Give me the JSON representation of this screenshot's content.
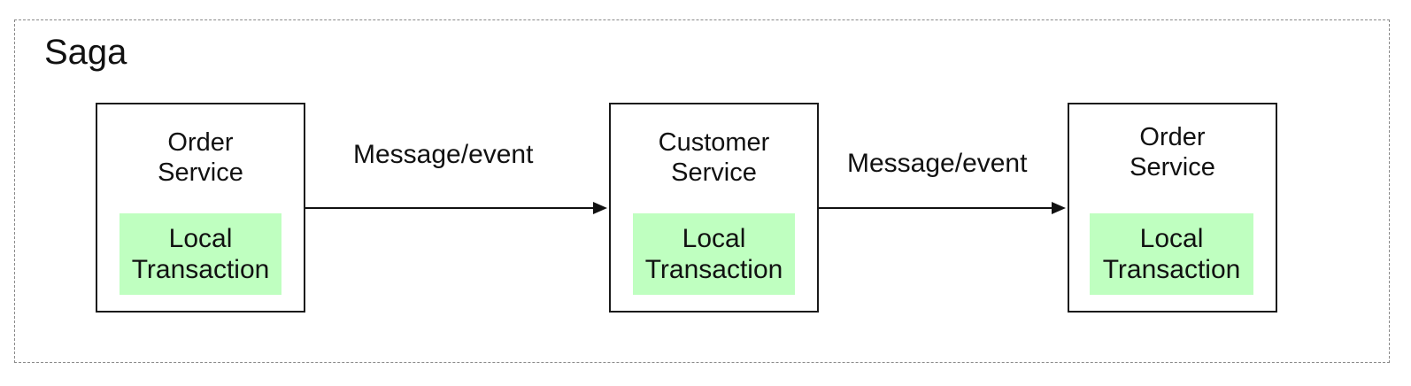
{
  "saga": {
    "title": "Saga"
  },
  "services": [
    {
      "name_line1": "Order",
      "name_line2": "Service",
      "tx_line1": "Local",
      "tx_line2": "Transaction"
    },
    {
      "name_line1": "Customer",
      "name_line2": "Service",
      "tx_line1": "Local",
      "tx_line2": "Transaction"
    },
    {
      "name_line1": "Order",
      "name_line2": "Service",
      "tx_line1": "Local",
      "tx_line2": "Transaction"
    }
  ],
  "connectors": [
    {
      "label": "Message/event"
    },
    {
      "label": "Message/event"
    }
  ],
  "colors": {
    "local_transaction_fill": "#bfffc0",
    "frame_border": "#8a8a8a",
    "box_border": "#1a1a1a"
  }
}
